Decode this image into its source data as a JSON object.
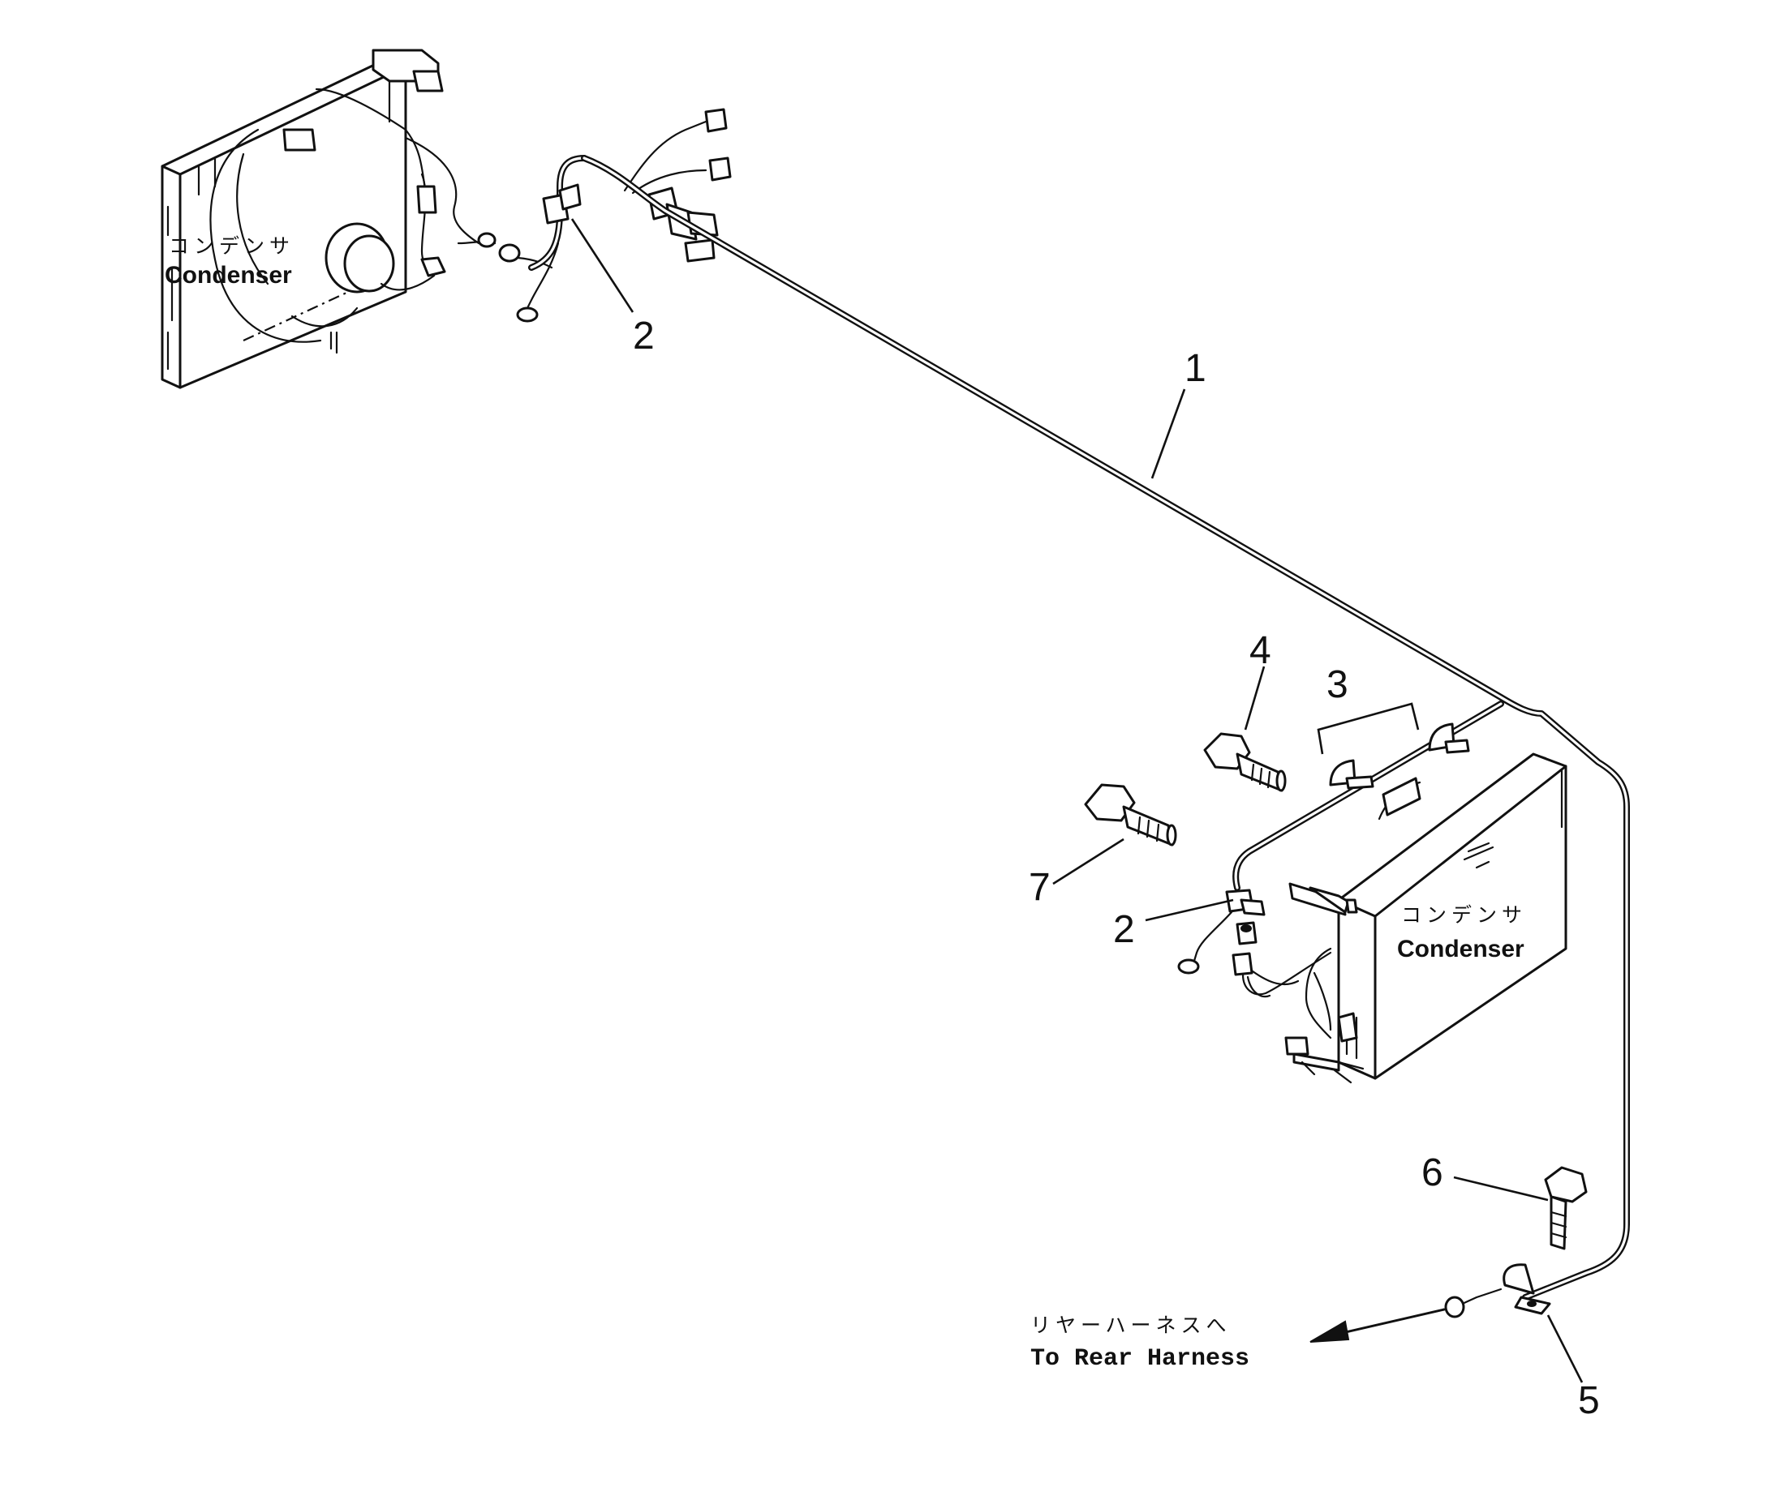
{
  "diagram": {
    "components": {
      "condenser_top": {
        "label_jp": "コンデンサ",
        "label_en": "Condenser"
      },
      "condenser_right": {
        "label_jp": "コンデンサ",
        "label_en": "Condenser"
      }
    },
    "callouts": {
      "wiring_harness": "1",
      "clip_top": "2",
      "clip_right": "2",
      "clamp_group": "3",
      "bolt_4": "4",
      "clamp_5": "5",
      "bolt_6": "6",
      "bolt_7": "7"
    },
    "destination": {
      "label_jp": "リヤーハーネスへ",
      "label_en": "To Rear Harness"
    }
  }
}
